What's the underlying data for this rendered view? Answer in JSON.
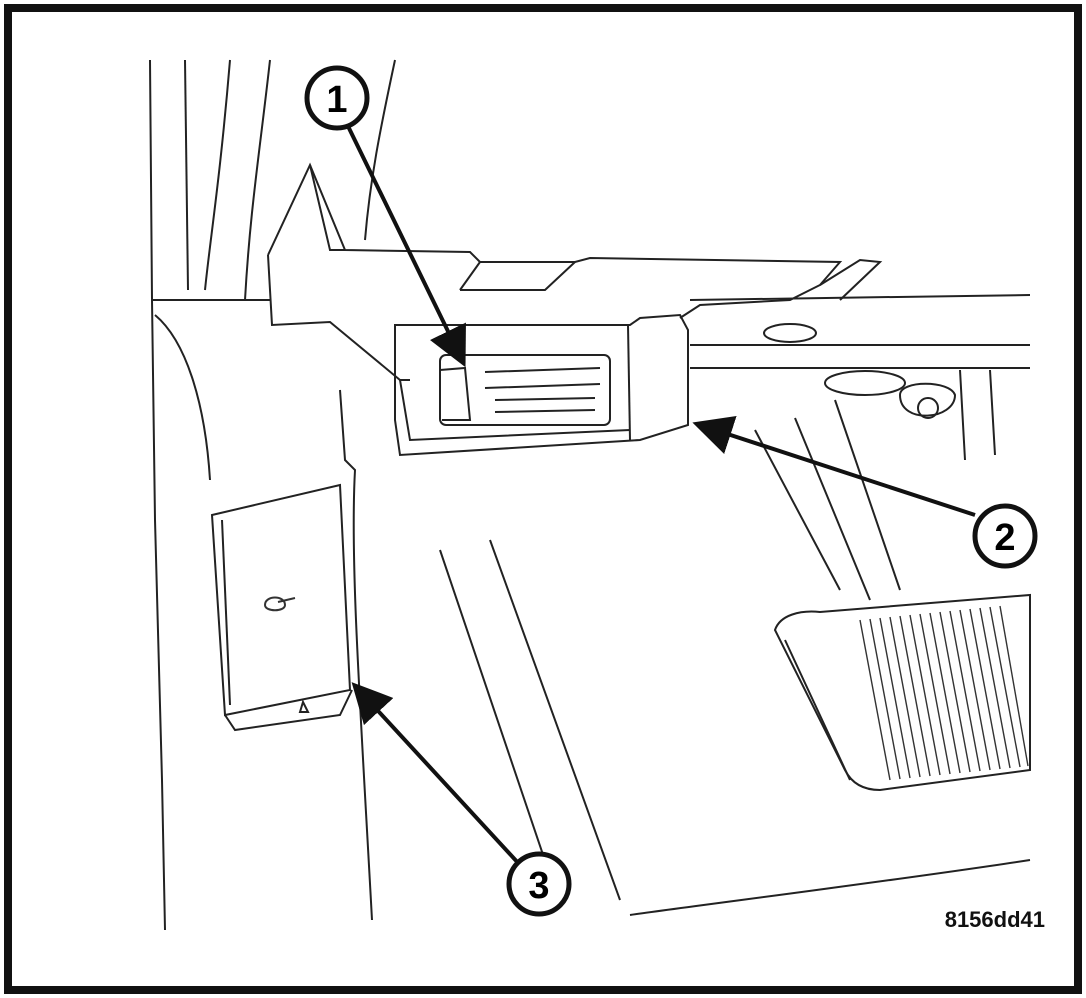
{
  "callouts": [
    {
      "number": "1"
    },
    {
      "number": "2"
    },
    {
      "number": "3"
    }
  ],
  "figure_id": "8156dd41",
  "colors": {
    "line": "#111111",
    "background": "#ffffff"
  }
}
